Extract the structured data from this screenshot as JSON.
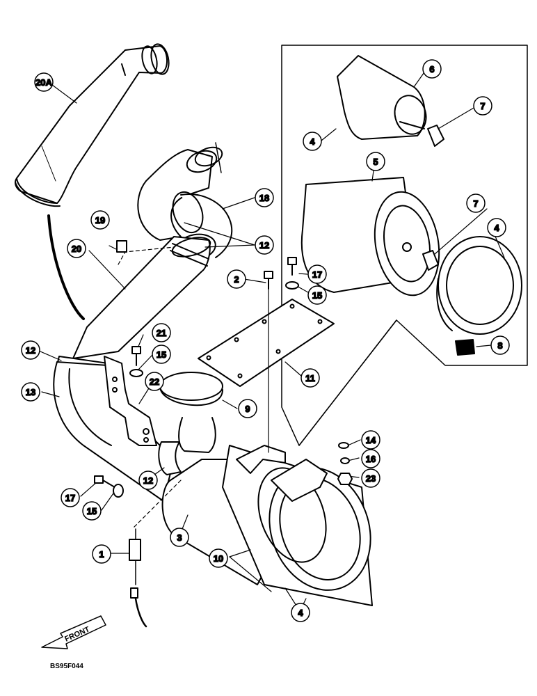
{
  "diagram": {
    "figure_code": "BS95F044",
    "front_label": "FRONT",
    "callouts": [
      "20A",
      "18",
      "19",
      "20",
      "12",
      "2",
      "17",
      "15",
      "6",
      "7",
      "4",
      "5",
      "21",
      "13",
      "22",
      "9",
      "11",
      "8",
      "14",
      "16",
      "23",
      "1",
      "3",
      "10"
    ]
  }
}
